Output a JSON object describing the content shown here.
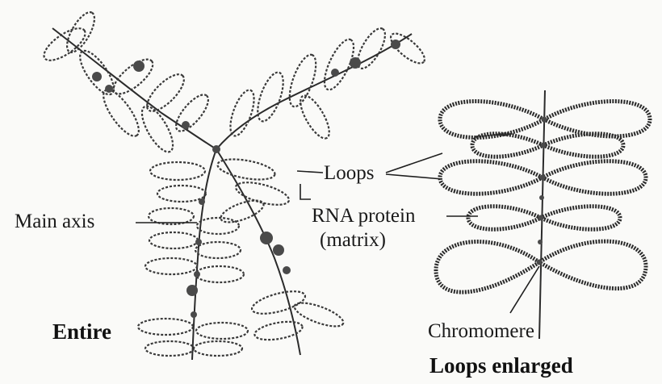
{
  "labels": {
    "loops": "Loops",
    "rna_protein": "RNA protein",
    "matrix": "(matrix)",
    "main_axis": "Main axis",
    "entire": "Entire",
    "chromomere": "Chromomere",
    "loops_enlarged": "Loops enlarged"
  },
  "colors": {
    "ink": "#2b2b2b",
    "background": "#fafaf8"
  }
}
